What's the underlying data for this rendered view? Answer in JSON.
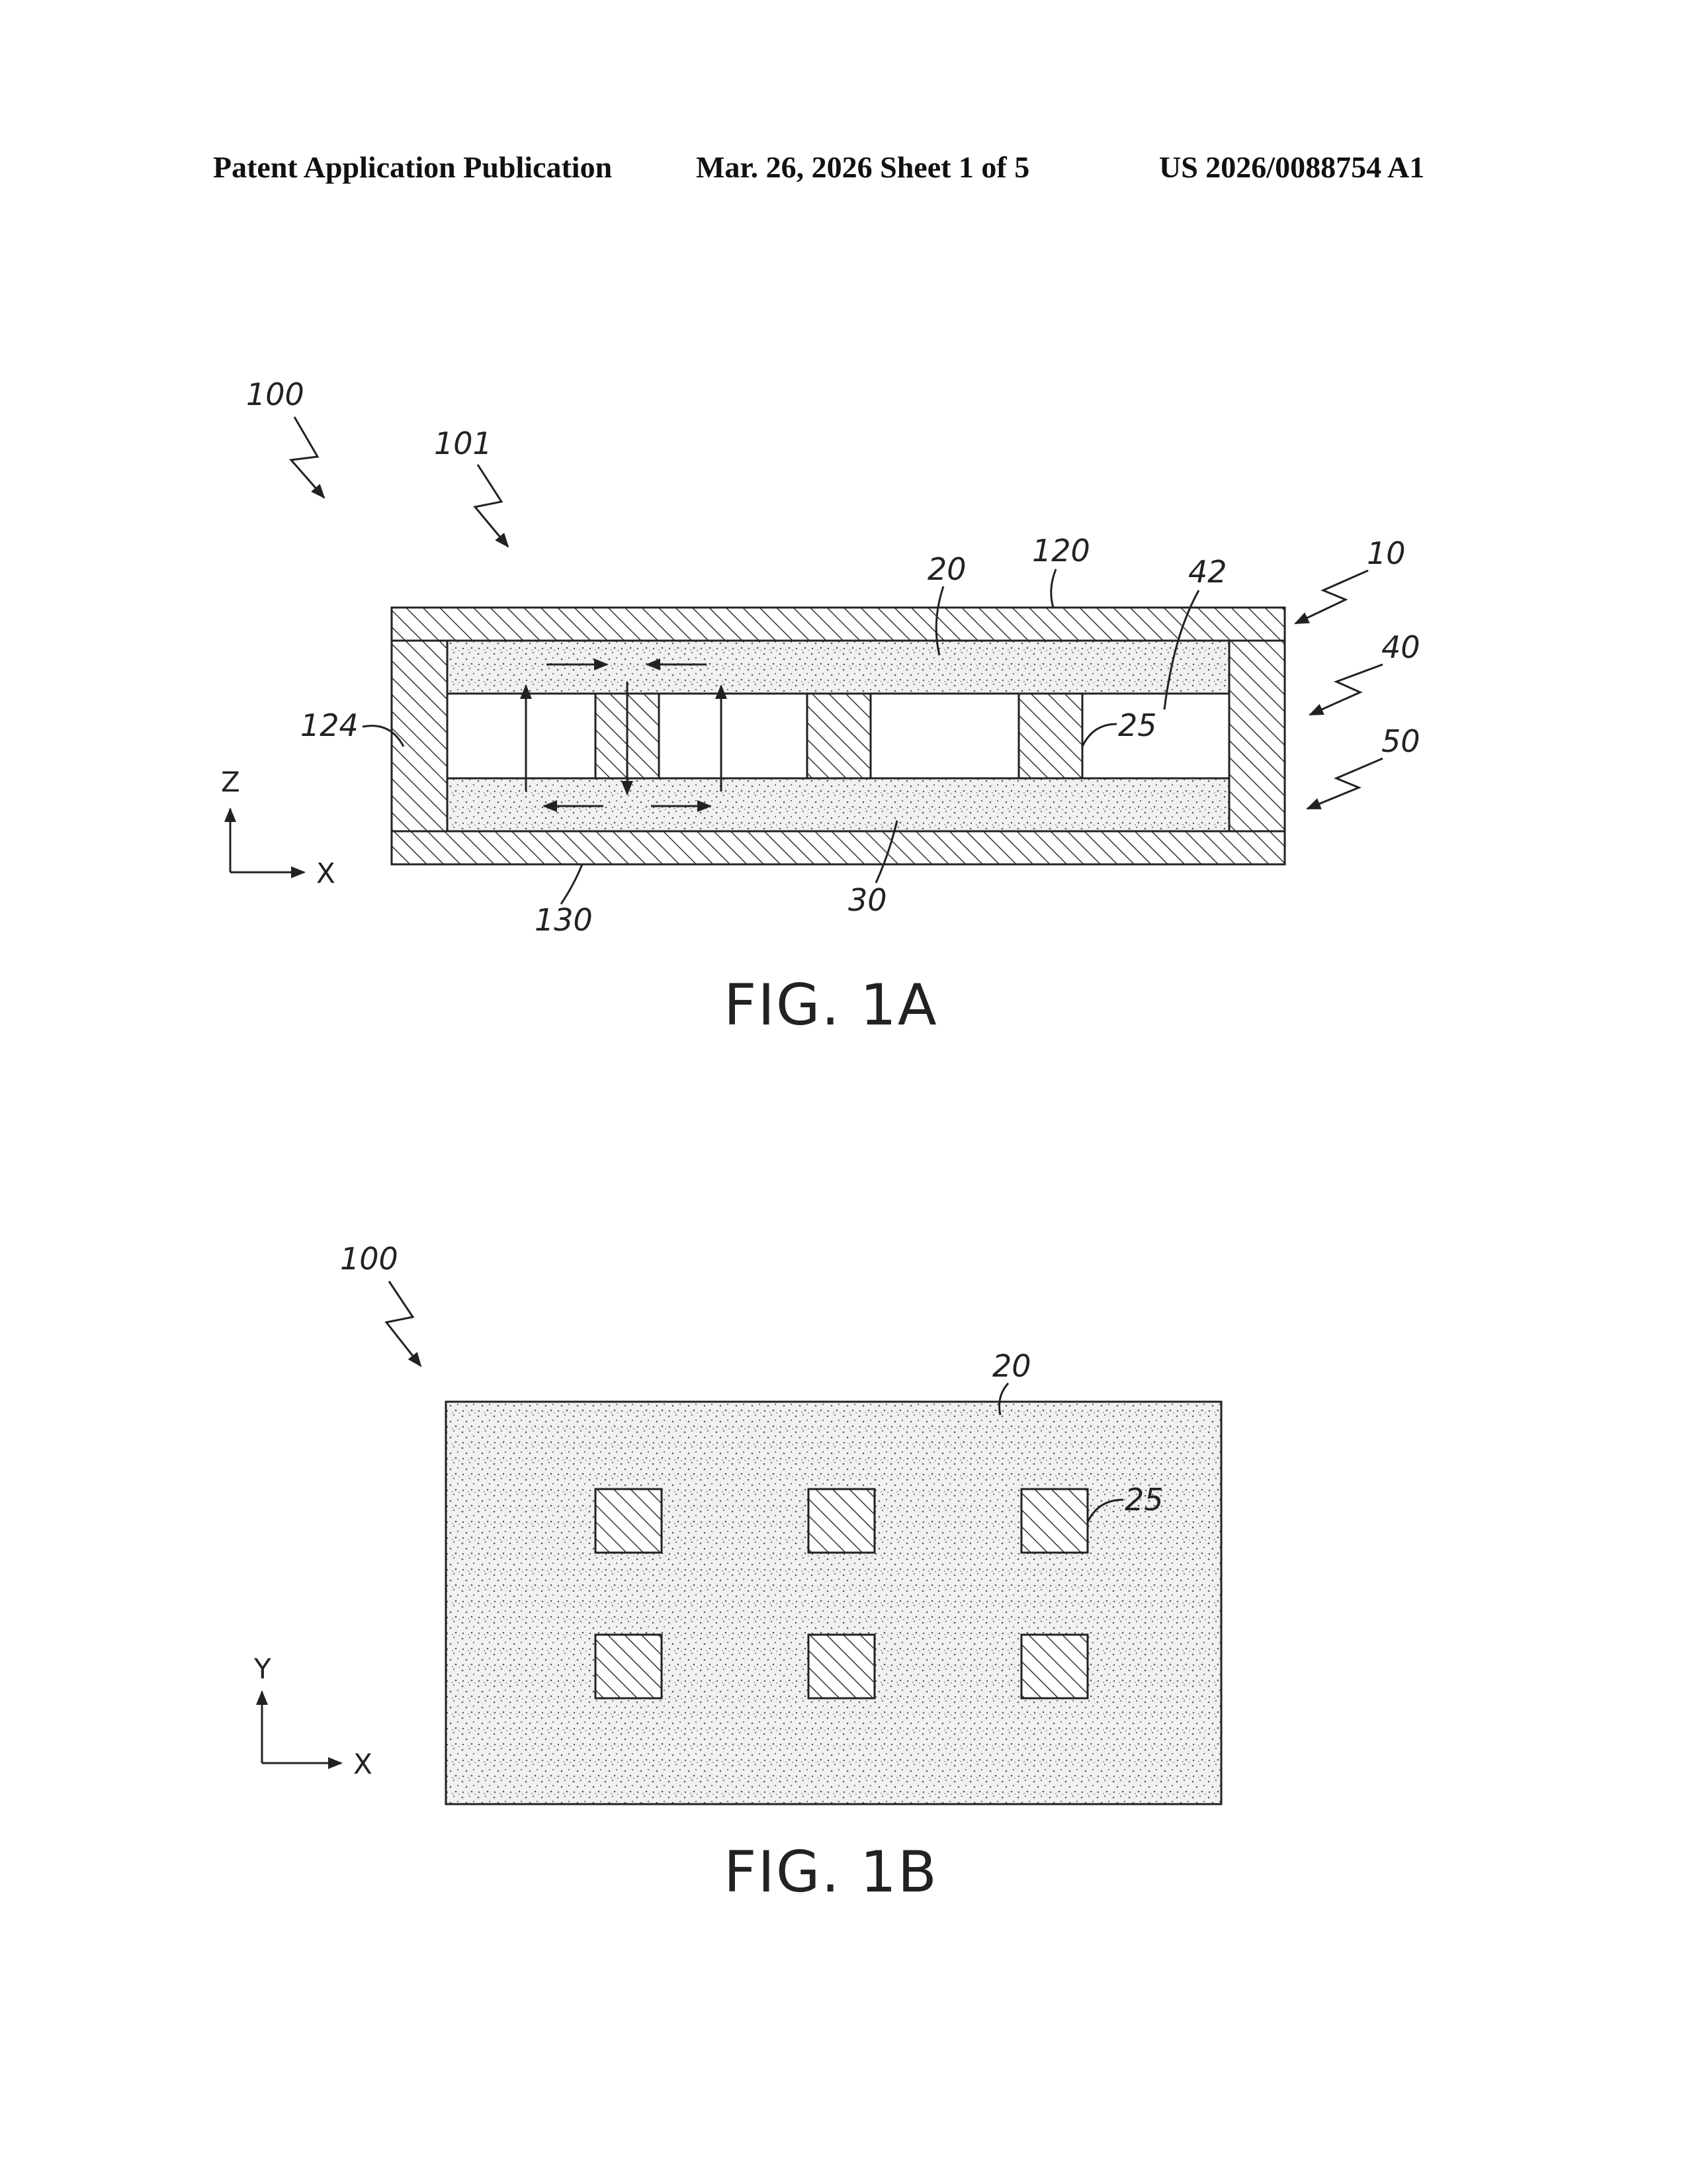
{
  "header": {
    "left": "Patent Application Publication",
    "middle": "Mar. 26, 2026  Sheet 1 of 5",
    "right": "US 2026/0088754 A1"
  },
  "fig1a": {
    "caption": "FIG. 1A",
    "refs": {
      "r100": "100",
      "r101": "101",
      "r10": "10",
      "r120": "120",
      "r20": "20",
      "r42": "42",
      "r40": "40",
      "r124": "124",
      "r25": "25",
      "r50": "50",
      "r130": "130",
      "r30": "30"
    },
    "axes": {
      "vertical": "Z",
      "horizontal": "X"
    }
  },
  "fig1b": {
    "caption": "FIG. 1B",
    "refs": {
      "r100": "100",
      "r20": "20",
      "r25": "25"
    },
    "axes": {
      "vertical": "Y",
      "horizontal": "X"
    }
  }
}
